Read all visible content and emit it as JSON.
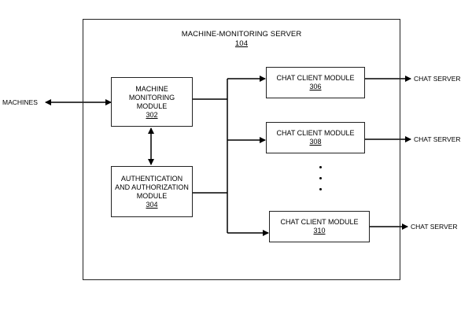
{
  "server": {
    "title": "MACHINE-MONITORING SERVER",
    "ref": "104"
  },
  "machines_label": "MACHINES",
  "modules": {
    "machine_monitoring": {
      "label": "MACHINE\nMONITORING\nMODULE",
      "ref": "302"
    },
    "auth": {
      "label": "AUTHENTICATION\nAND AUTHORIZATION\nMODULE",
      "ref": "304"
    },
    "chat_clients": [
      {
        "label": "CHAT CLIENT MODULE",
        "ref": "306"
      },
      {
        "label": "CHAT CLIENT MODULE",
        "ref": "308"
      },
      {
        "label": "CHAT CLIENT MODULE",
        "ref": "310"
      }
    ]
  },
  "chat_server_labels": [
    "CHAT SERVER",
    "CHAT SERVER",
    "CHAT SERVER"
  ]
}
